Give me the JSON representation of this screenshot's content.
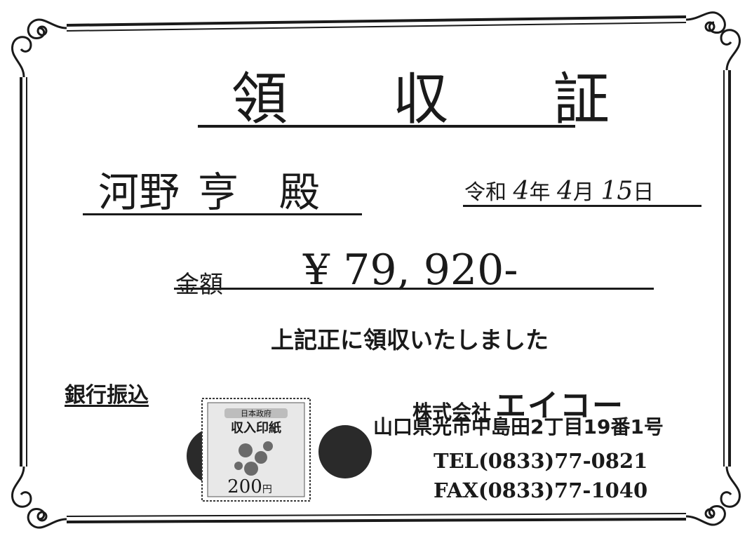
{
  "receipt": {
    "title": "領 収 証",
    "addressee": {
      "family": "河野",
      "given": "亨",
      "honorific": "殿"
    },
    "date": {
      "era": "令和",
      "year": "4",
      "year_unit": "年",
      "month": "4",
      "month_unit": "月",
      "day": "15",
      "day_unit": "日"
    },
    "amount_label": "金額",
    "amount": "¥ 79, 920-",
    "statement": "上記正に領収いたしました",
    "payment_method": "銀行振込",
    "stamp": {
      "header": "日本政府",
      "label": "収入印紙",
      "value": "200",
      "unit": "円"
    },
    "issuer": {
      "label": "株式会社",
      "name": "エイコー",
      "address": "山口県光市中島田2丁目19番1号",
      "tel": "TEL(0833)77-0821",
      "fax": "FAX(0833)77-1040"
    }
  },
  "colors": {
    "ink": "#1a1a1a",
    "seal": "#2a2a2a",
    "paper": "#ffffff"
  }
}
